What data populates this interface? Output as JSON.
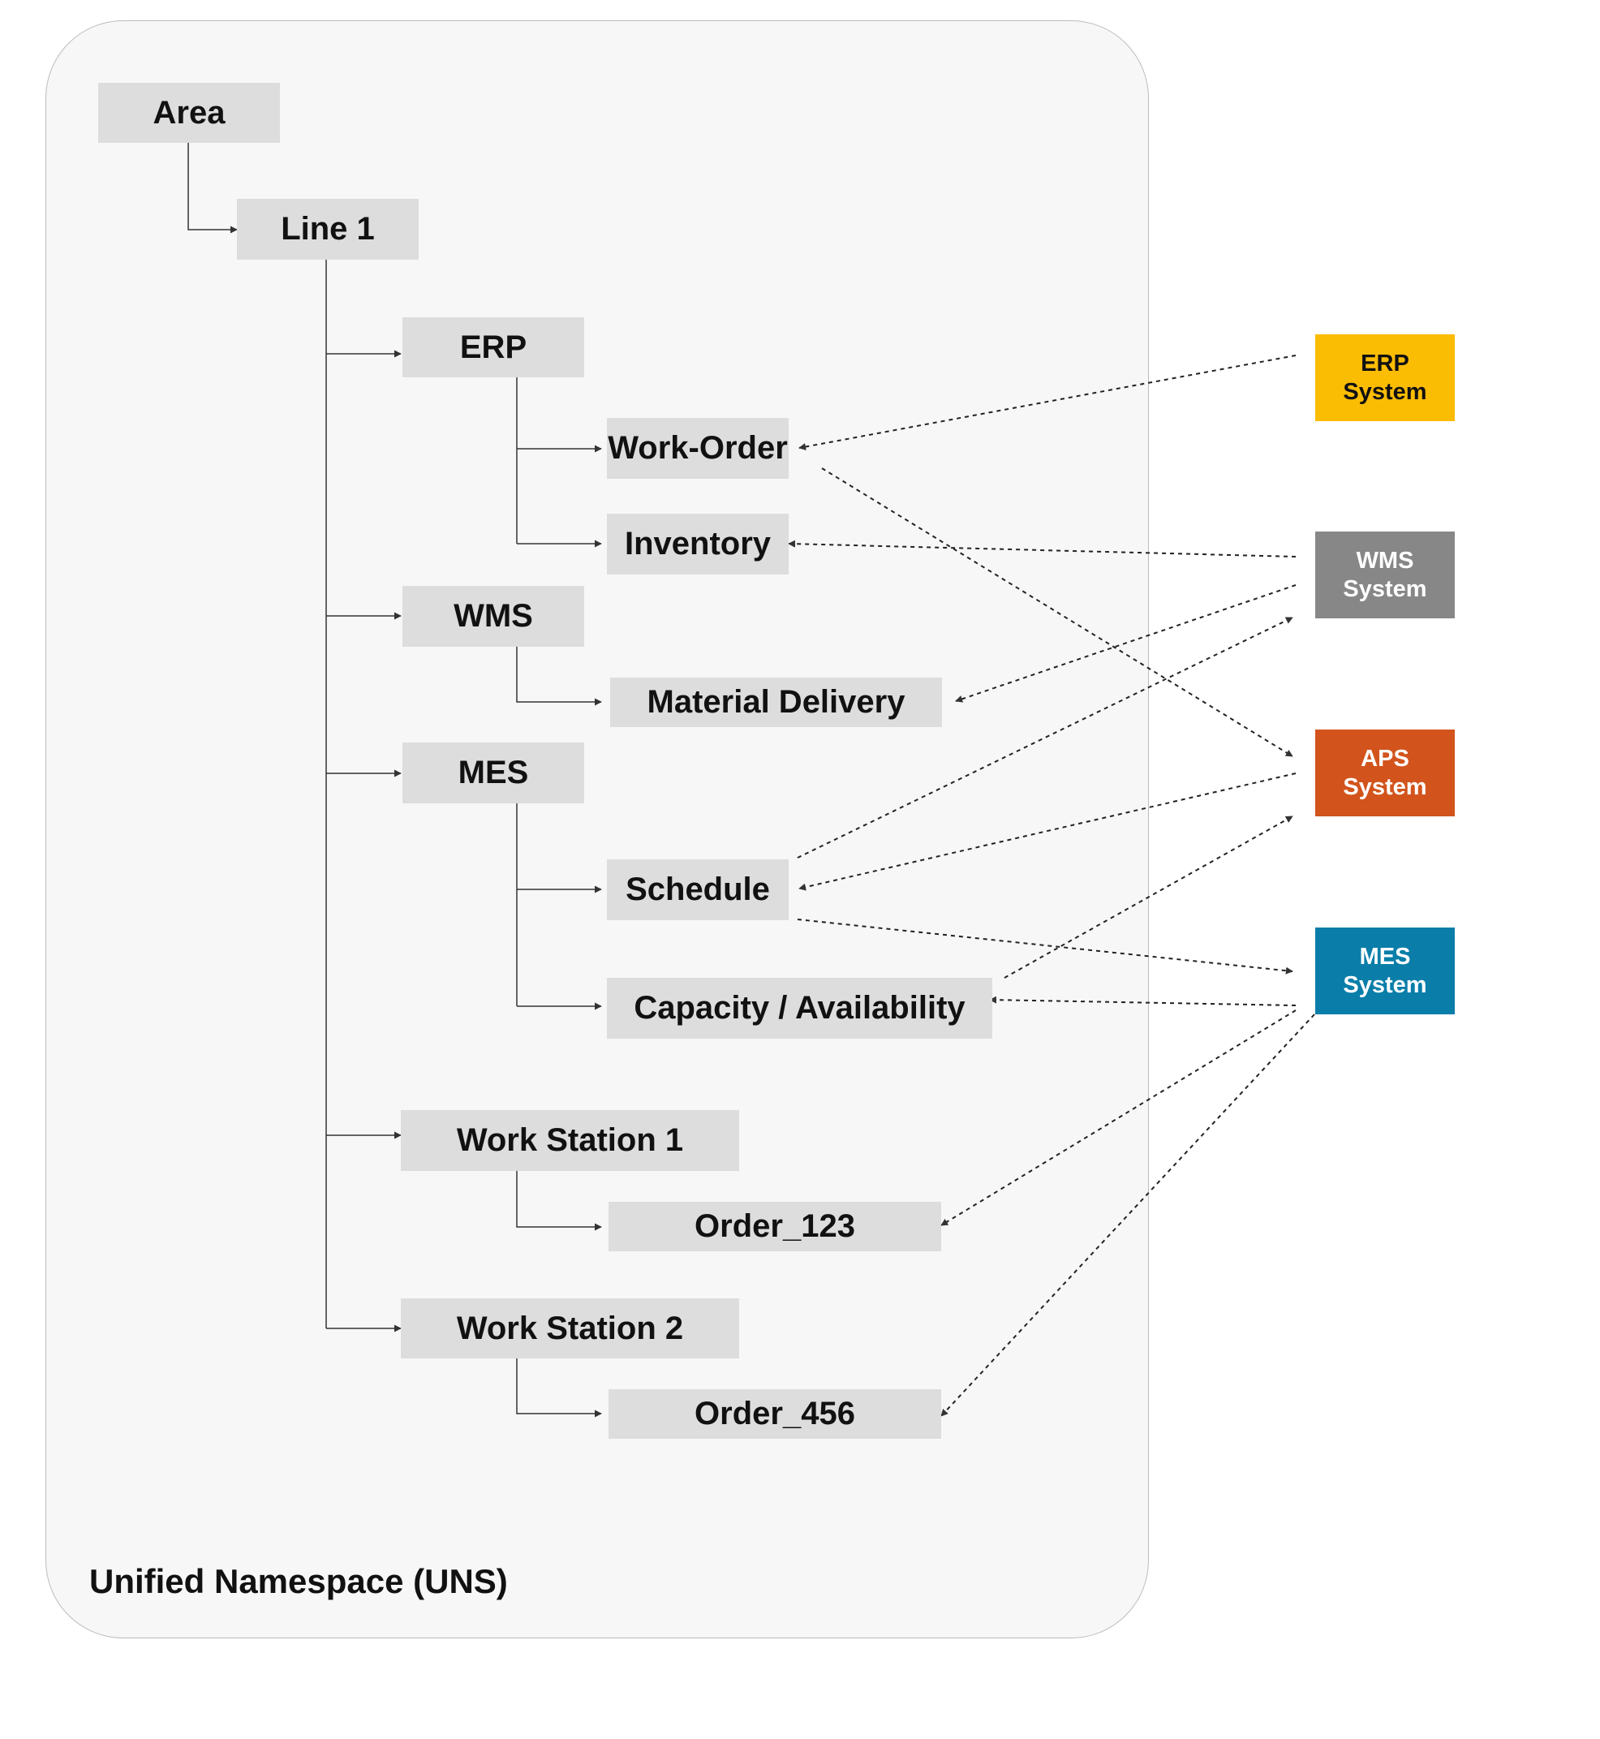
{
  "title": "Unified Namespace (UNS)",
  "nodes": {
    "area": "Area",
    "line1": "Line 1",
    "erp": "ERP",
    "work_order": "Work-Order",
    "inventory": "Inventory",
    "wms": "WMS",
    "material_delivery": "Material Delivery",
    "mes": "MES",
    "schedule": "Schedule",
    "capacity": "Capacity / Availability",
    "ws1": "Work Station 1",
    "order123": "Order_123",
    "ws2": "Work Station 2",
    "order456": "Order_456"
  },
  "systems": {
    "erp": {
      "line1": "ERP",
      "line2": "System",
      "color": "#fbbc04",
      "text_color": "#111111"
    },
    "wms": {
      "line1": "WMS",
      "line2": "System",
      "color": "#878787",
      "text_color": "#ffffff"
    },
    "aps": {
      "line1": "APS",
      "line2": "System",
      "color": "#d2541c",
      "text_color": "#ffffff"
    },
    "mes": {
      "line1": "MES",
      "line2": "System",
      "color": "#0a7ea9",
      "text_color": "#ffffff"
    }
  },
  "connections": [
    {
      "from": "erp-system",
      "to": "work-order"
    },
    {
      "from": "work-order",
      "to": "aps-system"
    },
    {
      "from": "wms-system",
      "to": "inventory"
    },
    {
      "from": "wms-system",
      "to": "material-delivery"
    },
    {
      "from": "schedule",
      "to": "wms-system"
    },
    {
      "from": "aps-system",
      "to": "schedule"
    },
    {
      "from": "schedule",
      "to": "mes-system"
    },
    {
      "from": "capacity-availability",
      "to": "aps-system"
    },
    {
      "from": "mes-system",
      "to": "capacity-availability"
    },
    {
      "from": "mes-system",
      "to": "order-123"
    },
    {
      "from": "mes-system",
      "to": "order-456"
    }
  ]
}
